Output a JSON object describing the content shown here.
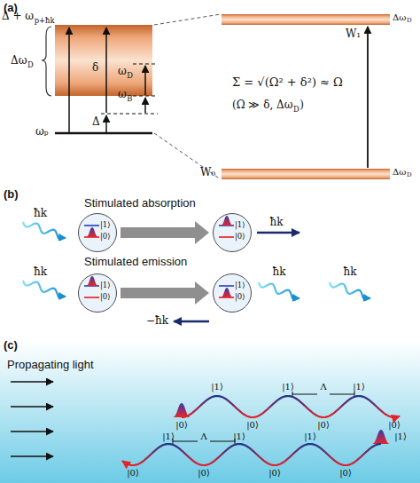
{
  "diagram": {
    "nodes": [
      {
        "text": [
          "|1⟩",
          "|0⟩"
        ]
      },
      {
        "text": [
          "|1⟩",
          "|0⟩"
        ]
      },
      {
        "text": [
          "|1⟩",
          "|0⟩"
        ]
      },
      {
        "text": [
          "|1⟩",
          "|0⟩"
        ]
      }
    ],
    "edges": [
      {
        "from": 0,
        "to": 1,
        "arrow": "to"
      },
      {
        "from": 2,
        "to": 3,
        "arrow": "to"
      }
    ],
    "labels": [
      "(a)",
      "Δ + ω",
      "p+ħk",
      "Δω",
      "D",
      "δ",
      "ω",
      "D",
      "ω",
      "B",
      "Δ",
      "ωₚ",
      "W₁",
      "Δω",
      "D",
      "Σ = √(Ω² + δ²) ≈ Ω",
      "(Ω ≫ δ, Δω",
      "D",
      ")",
      "W₀",
      "Δω",
      "D",
      "(b)",
      "ħk",
      "Stimulated absorption",
      "ħk",
      "Stimulated emission",
      "ħk",
      "−ħk",
      "ħk",
      "ħk",
      "(c)",
      "Propagating light",
      "|1⟩",
      "|1⟩",
      "Λ",
      "|1⟩",
      "|0⟩",
      "|0⟩",
      "|0⟩",
      "|0⟩",
      "|1⟩",
      "Λ",
      "|1⟩",
      "|1⟩",
      "|1⟩",
      "|0⟩",
      "|0⟩",
      "|0⟩",
      "|0⟩"
    ]
  }
}
